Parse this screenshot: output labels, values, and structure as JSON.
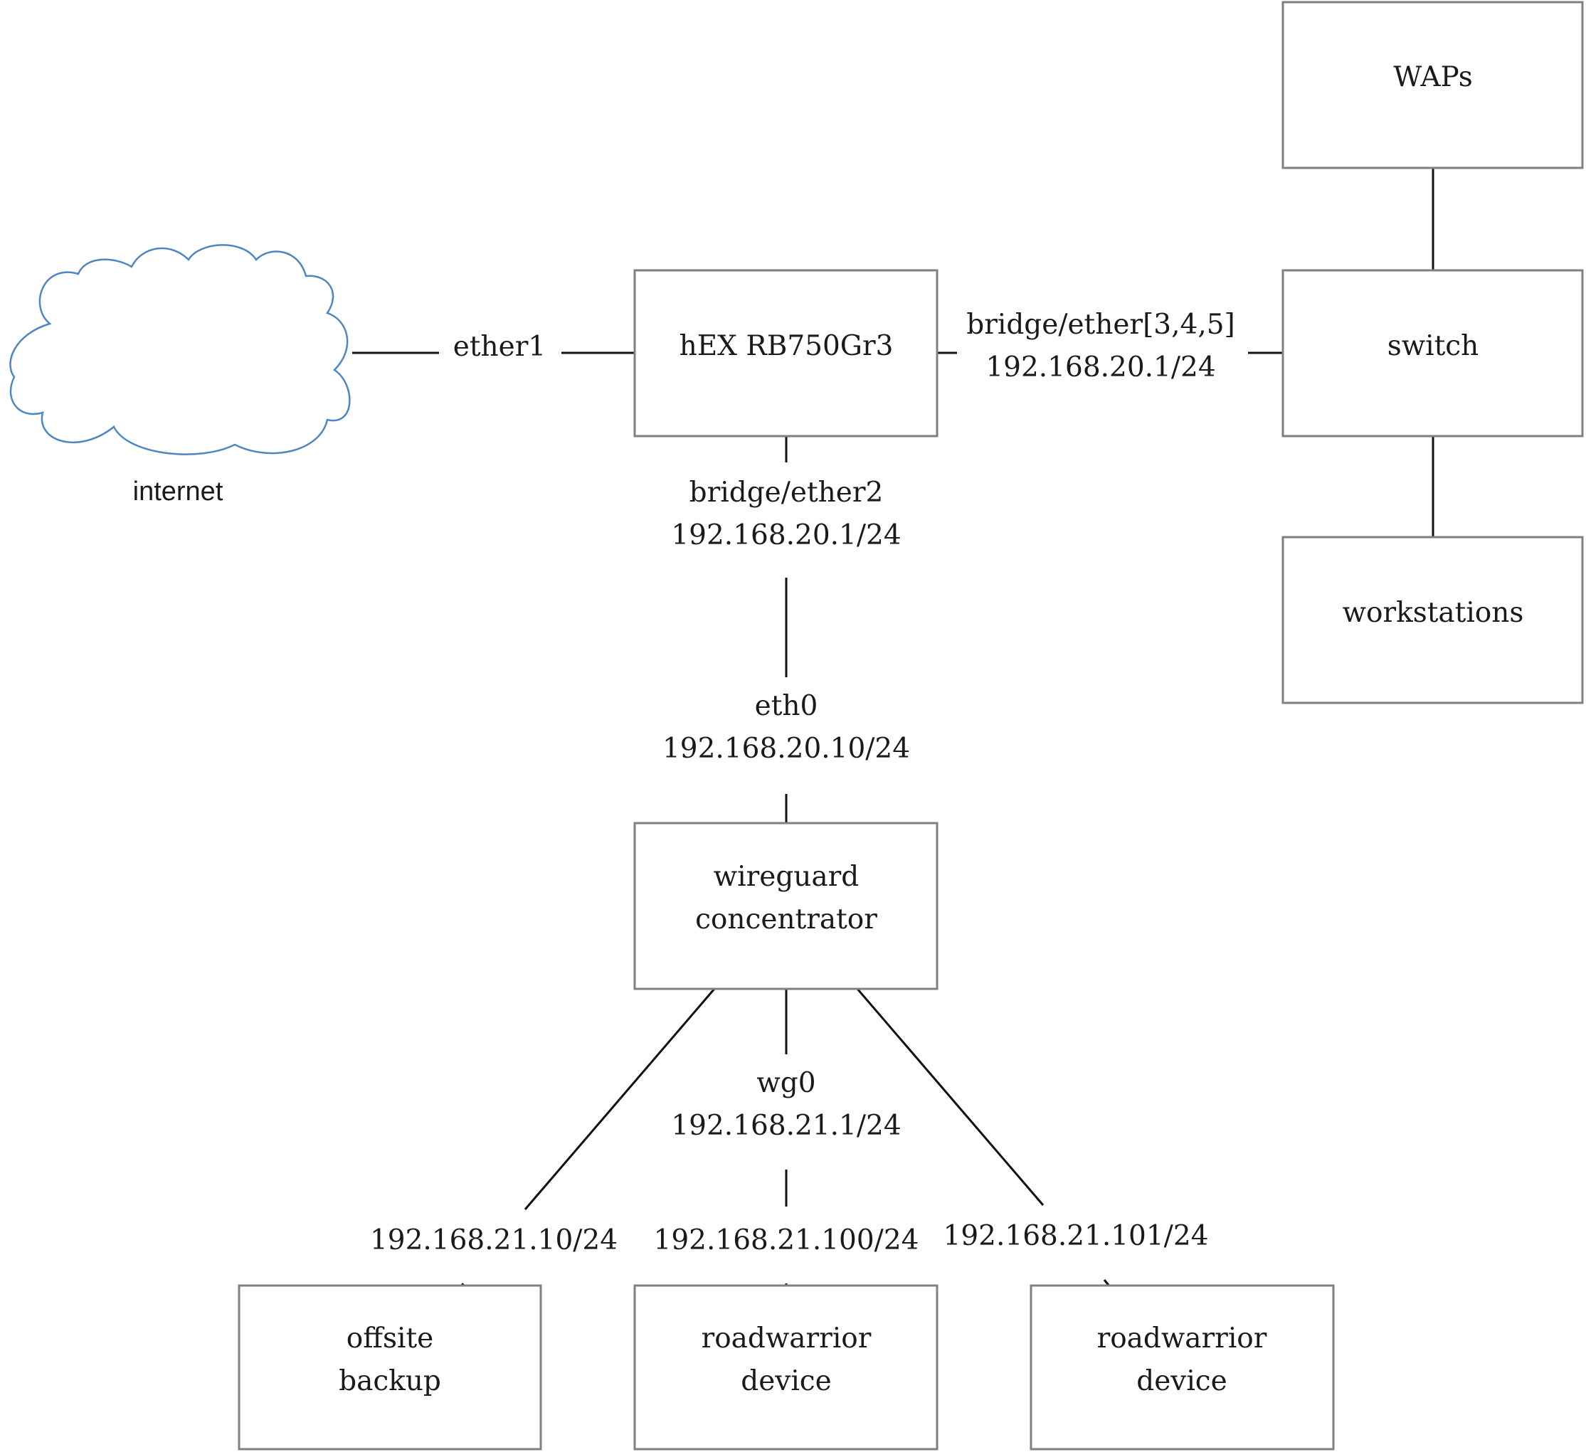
{
  "nodes": {
    "waps": {
      "lines": [
        "WAPs"
      ]
    },
    "router": {
      "lines": [
        "hEX RB750Gr3"
      ]
    },
    "switch": {
      "lines": [
        "switch"
      ]
    },
    "workstations": {
      "lines": [
        "workstations"
      ]
    },
    "wireguard": {
      "lines": [
        "wireguard",
        "concentrator"
      ]
    },
    "offsite_backup": {
      "lines": [
        "offsite",
        "backup"
      ]
    },
    "roadwarrior_1": {
      "lines": [
        "roadwarrior",
        "device"
      ]
    },
    "roadwarrior_2": {
      "lines": [
        "roadwarrior",
        "device"
      ]
    }
  },
  "cloud": {
    "label": "internet",
    "stroke_color": "#4f86c0"
  },
  "edge_labels": {
    "internet_router": [
      "ether1"
    ],
    "router_switch": [
      "bridge/ether[3,4,5]",
      "192.168.20.1/24"
    ],
    "router_down": [
      "bridge/ether2",
      "192.168.20.1/24"
    ],
    "wireguard_up": [
      "eth0",
      "192.168.20.10/24"
    ],
    "wireguard_down": [
      "wg0",
      "192.168.21.1/24"
    ],
    "offsite_ip": [
      "192.168.21.10/24"
    ],
    "roadwarrior_1_ip": [
      "192.168.21.100/24"
    ],
    "roadwarrior_2_ip": [
      "192.168.21.101/24"
    ]
  },
  "colors": {
    "box_border": "#808080",
    "line": "#111111",
    "text": "#1a1a1a"
  }
}
